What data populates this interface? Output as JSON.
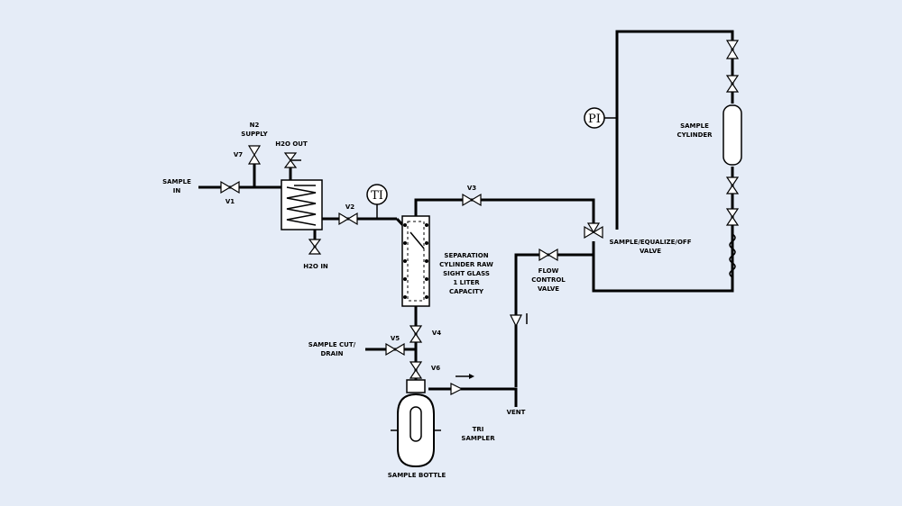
{
  "labels": {
    "sample_in": [
      "SAMPLE",
      "IN"
    ],
    "n2_supply": [
      "N2",
      "SUPPLY"
    ],
    "h2o_out": "H2O OUT",
    "h2o_in": "H2O IN",
    "separation": [
      "SEPARATION",
      "CYLINDER RAW",
      "SIGHT GLASS",
      "1 LITER",
      "CAPACITY"
    ],
    "sample_equalize": [
      "SAMPLE/EQUALIZE/OFF",
      "VALVE"
    ],
    "flow_control": [
      "FLOW",
      "CONTROL",
      "VALVE"
    ],
    "sample_cylinder": [
      "SAMPLE",
      "CYLINDER"
    ],
    "sample_cut_drain": [
      "SAMPLE CUT/",
      "DRAIN"
    ],
    "vent": "VENT",
    "tri_sampler": [
      "TRI",
      "SAMPLER"
    ],
    "sample_bottle": "SAMPLE BOTTLE"
  },
  "valves": {
    "v1": "V1",
    "v2": "V2",
    "v3": "V3",
    "v4": "V4",
    "v5": "V5",
    "v6": "V6",
    "v7": "V7"
  },
  "gauges": {
    "temperature": "TI",
    "pressure": "PI"
  }
}
